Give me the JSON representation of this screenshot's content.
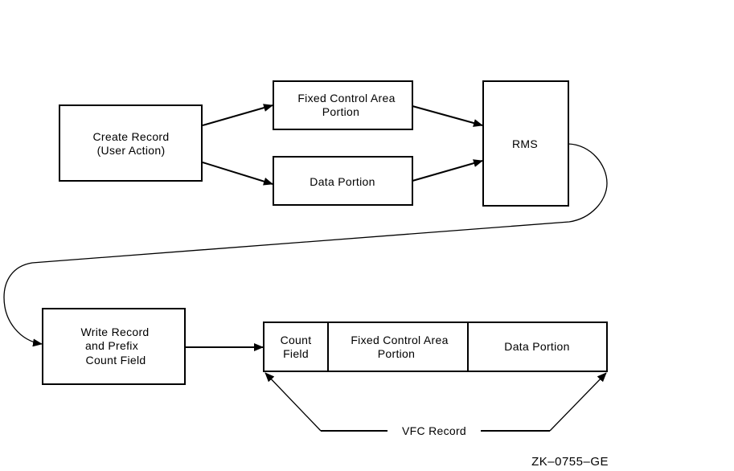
{
  "diagram": {
    "nodes": {
      "create_record": [
        "Create Record",
        "(User Action)"
      ],
      "fixed_control": [
        "Fixed Control Area",
        "Portion"
      ],
      "data_portion": [
        "Data Portion"
      ],
      "rms": [
        "RMS"
      ],
      "write_record": [
        "Write Record",
        "and Prefix",
        "Count Field"
      ]
    },
    "vfc_record": {
      "segments": {
        "count_field": [
          "Count",
          "Field"
        ],
        "fixed_control": [
          "Fixed Control Area",
          "Portion"
        ],
        "data_portion": [
          "Data Portion"
        ]
      },
      "label": "VFC Record"
    },
    "edges": [
      {
        "from": "Create Record",
        "to": "Fixed Control Area Portion"
      },
      {
        "from": "Create Record",
        "to": "Data Portion"
      },
      {
        "from": "Fixed Control Area Portion",
        "to": "RMS"
      },
      {
        "from": "Data Portion",
        "to": "RMS"
      },
      {
        "from": "RMS",
        "to": "Write Record and Prefix Count Field"
      },
      {
        "from": "Write Record and Prefix Count Field",
        "to": "VFC Record"
      }
    ],
    "figure_code": "ZK–0755–GE"
  }
}
